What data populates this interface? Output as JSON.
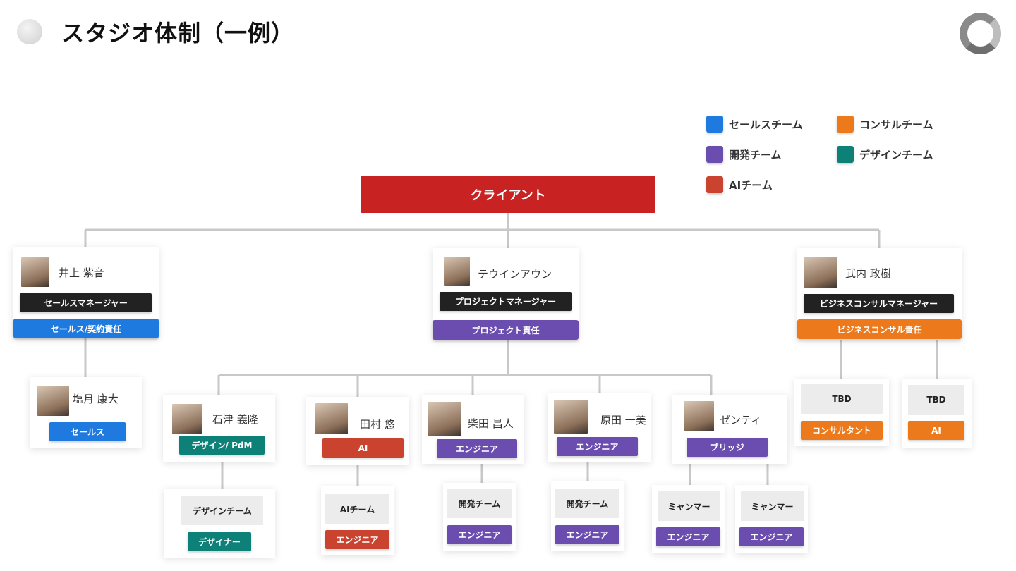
{
  "page": {
    "title": "スタジオ体制（一例）"
  },
  "legend": [
    {
      "label": "セールスチーム",
      "color": "#1f7ae0"
    },
    {
      "label": "コンサルチーム",
      "color": "#ec7a1c"
    },
    {
      "label": "開発チーム",
      "color": "#6b4db0"
    },
    {
      "label": "デザインチーム",
      "color": "#0d8078"
    },
    {
      "label": "AIチーム",
      "color": "#c9432f"
    }
  ],
  "client": {
    "label": "クライアント"
  },
  "managers": {
    "sales": {
      "name": "井上 紫音",
      "role": "セールスマネージャー",
      "duty": "セールス/契約責任"
    },
    "pm": {
      "name": "テウインアウン",
      "role": "プロジェクトマネージャー",
      "duty": "プロジェクト責任"
    },
    "consult": {
      "name": "武内 政樹",
      "role": "ビジネスコンサルマネージャー",
      "duty": "ビジネスコンサル責任"
    }
  },
  "members": {
    "shiotsuki": {
      "name": "塩月 康大",
      "role": "セールス"
    },
    "ishizu": {
      "name": "石津 義隆",
      "role": "デザイン/ PdM"
    },
    "tamura": {
      "name": "田村 悠",
      "role": "AI"
    },
    "shibata": {
      "name": "柴田 昌人",
      "role": "エンジニア"
    },
    "harada": {
      "name": "原田 一美",
      "role": "エンジニア"
    },
    "zenti": {
      "name": "ゼンティ",
      "role": "ブリッジ"
    },
    "tbd1": {
      "name": "TBD",
      "role": "コンサルタント"
    },
    "tbd2": {
      "name": "TBD",
      "role": "AI"
    }
  },
  "teams": {
    "design": {
      "name": "デザインチーム",
      "role": "デザイナー"
    },
    "ai": {
      "name": "AIチーム",
      "role": "エンジニア"
    },
    "dev1": {
      "name": "開発チーム",
      "role": "エンジニア"
    },
    "dev2": {
      "name": "開発チーム",
      "role": "エンジニア"
    },
    "myanmar1": {
      "name": "ミャンマー",
      "role": "エンジニア"
    },
    "myanmar2": {
      "name": "ミャンマー",
      "role": "エンジニア"
    }
  }
}
